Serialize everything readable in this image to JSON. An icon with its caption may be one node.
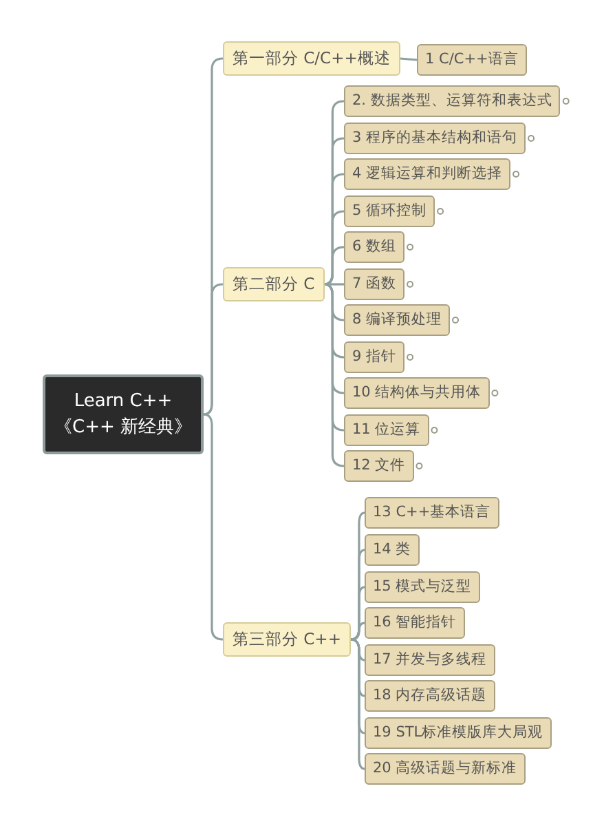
{
  "diagram": {
    "nodes": [
      {
        "text": [
          "Learn C++ 《C++ 新经典》"
        ]
      },
      {
        "text": [
          "第一部分 C/C++概述"
        ]
      },
      {
        "text": [
          "1 C/C++语言"
        ]
      },
      {
        "text": [
          "第二部分 C"
        ]
      },
      {
        "text": [
          "2. 数据类型、运算符和表达式"
        ]
      },
      {
        "text": [
          "3 程序的基本结构和语句"
        ]
      },
      {
        "text": [
          "4 逻辑运算和判断选择"
        ]
      },
      {
        "text": [
          "5 循环控制"
        ]
      },
      {
        "text": [
          "6 数组"
        ]
      },
      {
        "text": [
          "7 函数"
        ]
      },
      {
        "text": [
          "8 编译预处理"
        ]
      },
      {
        "text": [
          "9 指针"
        ]
      },
      {
        "text": [
          "10 结构体与共用体"
        ]
      },
      {
        "text": [
          "11 位运算"
        ]
      },
      {
        "text": [
          "12 文件"
        ]
      },
      {
        "text": [
          "第三部分 C++"
        ]
      },
      {
        "text": [
          "13 C++基本语言"
        ]
      },
      {
        "text": [
          "14 类"
        ]
      },
      {
        "text": [
          "15 模式与泛型"
        ]
      },
      {
        "text": [
          "16 智能指针"
        ]
      },
      {
        "text": [
          "17 并发与多线程"
        ]
      },
      {
        "text": [
          "18 内存高级话题"
        ]
      },
      {
        "text": [
          "19 STL标准模版库大局观"
        ]
      },
      {
        "text": [
          "20 高级话题与新标准"
        ]
      }
    ],
    "edges": [
      {
        "from": 0,
        "to": 1,
        "arrow": "none"
      },
      {
        "from": 0,
        "to": 3,
        "arrow": "none"
      },
      {
        "from": 0,
        "to": 15,
        "arrow": "none"
      },
      {
        "from": 1,
        "to": 2,
        "arrow": "none"
      },
      {
        "from": 3,
        "to": 4,
        "arrow": "none"
      },
      {
        "from": 3,
        "to": 5,
        "arrow": "none"
      },
      {
        "from": 3,
        "to": 6,
        "arrow": "none"
      },
      {
        "from": 3,
        "to": 7,
        "arrow": "none"
      },
      {
        "from": 3,
        "to": 8,
        "arrow": "none"
      },
      {
        "from": 3,
        "to": 9,
        "arrow": "none"
      },
      {
        "from": 3,
        "to": 10,
        "arrow": "none"
      },
      {
        "from": 3,
        "to": 11,
        "arrow": "none"
      },
      {
        "from": 3,
        "to": 12,
        "arrow": "none"
      },
      {
        "from": 3,
        "to": 13,
        "arrow": "none"
      },
      {
        "from": 3,
        "to": 14,
        "arrow": "none"
      },
      {
        "from": 15,
        "to": 16,
        "arrow": "none"
      },
      {
        "from": 15,
        "to": 17,
        "arrow": "none"
      },
      {
        "from": 15,
        "to": 18,
        "arrow": "none"
      },
      {
        "from": 15,
        "to": 19,
        "arrow": "none"
      },
      {
        "from": 15,
        "to": 20,
        "arrow": "none"
      },
      {
        "from": 15,
        "to": 21,
        "arrow": "none"
      },
      {
        "from": 15,
        "to": 22,
        "arrow": "none"
      },
      {
        "from": 15,
        "to": 23,
        "arrow": "none"
      }
    ]
  }
}
